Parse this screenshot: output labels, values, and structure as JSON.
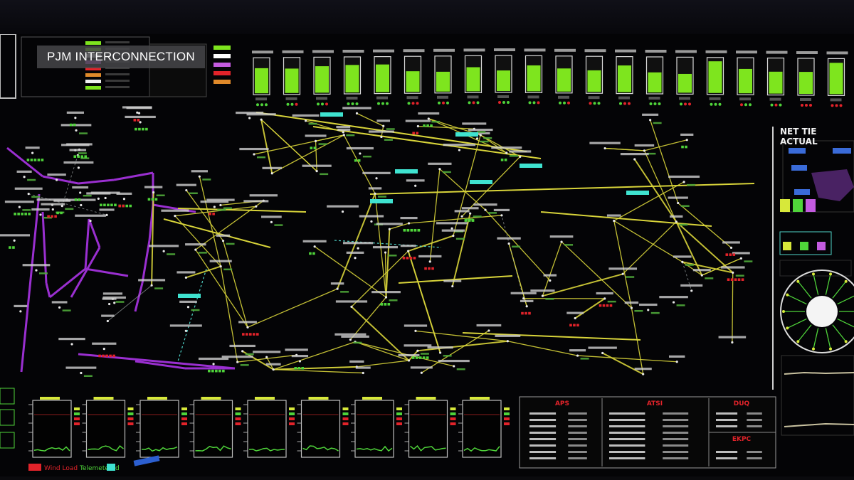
{
  "overlay": {
    "label": "PJM INTERCONNECTION"
  },
  "net_tie": {
    "title": "NET TIE ACTUAL"
  },
  "bottom_panels": [
    "APS",
    "ATSI",
    "DUQ",
    "EKPC"
  ],
  "status_bar": {
    "left": "Wind Load",
    "mid": "Telemetered"
  },
  "colors": {
    "background": "#040406",
    "line_yellow": "#d8d43a",
    "line_purple": "#9a2fd0",
    "meter_green": "#7ee51e",
    "label_cyan": "#3fe3d0",
    "alarm_red": "#e2232a",
    "node_green": "#4fd43a"
  }
}
